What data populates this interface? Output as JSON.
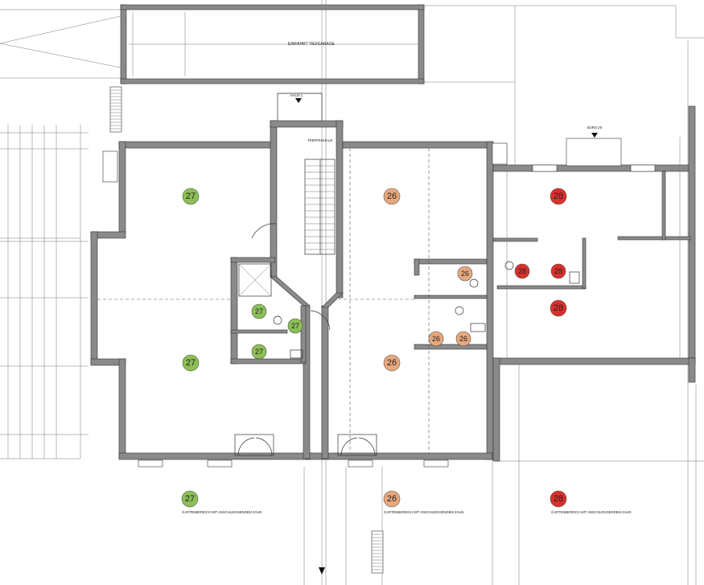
{
  "colors": {
    "unit27": "#8cbf55",
    "unit26": "#e8a87c",
    "unit28": "#d9302c",
    "wall": "#8a8a8a",
    "line": "#333333"
  },
  "labels": {
    "garage": "EINFAHRT TIEFGARAGE",
    "house_entry": "HAUS 1",
    "stair": "TREPPENHAUS",
    "garden": "GARTENBEREICH MIT ANSCHLIESSENDEM ZAUN",
    "bureau": "BÜRO 28"
  },
  "units": [
    {
      "id": "u27a",
      "number": "27",
      "color": "unit27",
      "size": "big"
    },
    {
      "id": "u27b",
      "number": "27",
      "color": "unit27",
      "size": "big"
    },
    {
      "id": "u27c",
      "number": "27",
      "color": "unit27",
      "size": "small"
    },
    {
      "id": "u27d",
      "number": "27",
      "color": "unit27",
      "size": "small"
    },
    {
      "id": "u27e",
      "number": "27",
      "color": "unit27",
      "size": "small"
    },
    {
      "id": "u27f",
      "number": "27",
      "color": "unit27",
      "size": "big"
    },
    {
      "id": "u26a",
      "number": "26",
      "color": "unit26",
      "size": "big"
    },
    {
      "id": "u26b",
      "number": "26",
      "color": "unit26",
      "size": "small"
    },
    {
      "id": "u26c",
      "number": "26",
      "color": "unit26",
      "size": "small"
    },
    {
      "id": "u26d",
      "number": "26",
      "color": "unit26",
      "size": "small"
    },
    {
      "id": "u26e",
      "number": "26",
      "color": "unit26",
      "size": "big"
    },
    {
      "id": "u26f",
      "number": "26",
      "color": "unit26",
      "size": "big"
    },
    {
      "id": "u28a",
      "number": "28",
      "color": "unit28",
      "size": "big"
    },
    {
      "id": "u28b",
      "number": "28",
      "color": "unit28",
      "size": "small"
    },
    {
      "id": "u28c",
      "number": "28",
      "color": "unit28",
      "size": "small"
    },
    {
      "id": "u28d",
      "number": "28",
      "color": "unit28",
      "size": "big"
    },
    {
      "id": "u28e",
      "number": "28",
      "color": "unit28",
      "size": "big"
    }
  ]
}
